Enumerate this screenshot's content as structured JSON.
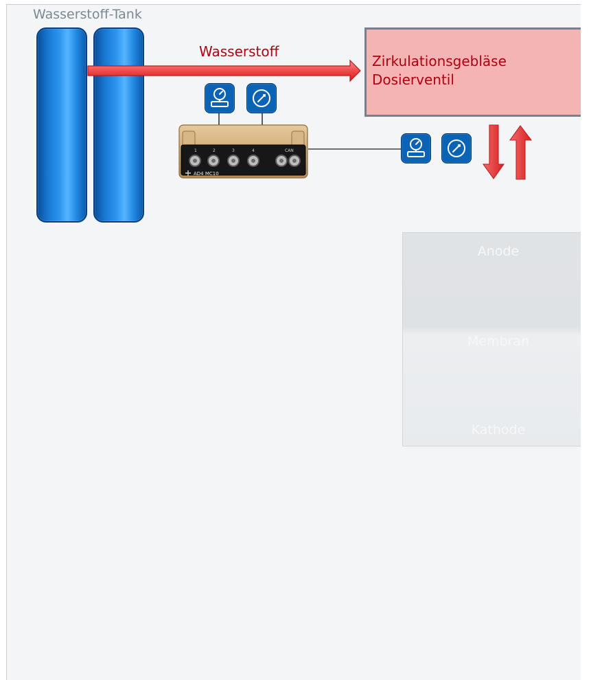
{
  "tank": {
    "title": "Wasserstoff-Tank"
  },
  "flow": {
    "label": "Wasserstoff"
  },
  "block": {
    "line1": "Zirkulationsgebläse",
    "line2": "Dosierventil"
  },
  "device": {
    "port_labels": [
      "1",
      "2",
      "3",
      "4",
      "CAN"
    ],
    "model": "AD4 MC10"
  },
  "cell": {
    "anode": "Anode",
    "membran": "Membran",
    "kathode": "Kathode"
  },
  "icons": {
    "flow_sensor": "flow-sensor-icon",
    "pressure_gauge": "pressure-gauge-icon"
  },
  "colors": {
    "tank_blue": "#1f86df",
    "flow_red": "#e33a3a",
    "block_pink": "#f5b4b4",
    "sensor_blue": "#0a63b5",
    "device_gold": "#c7a06a",
    "text_red": "#b00010"
  }
}
